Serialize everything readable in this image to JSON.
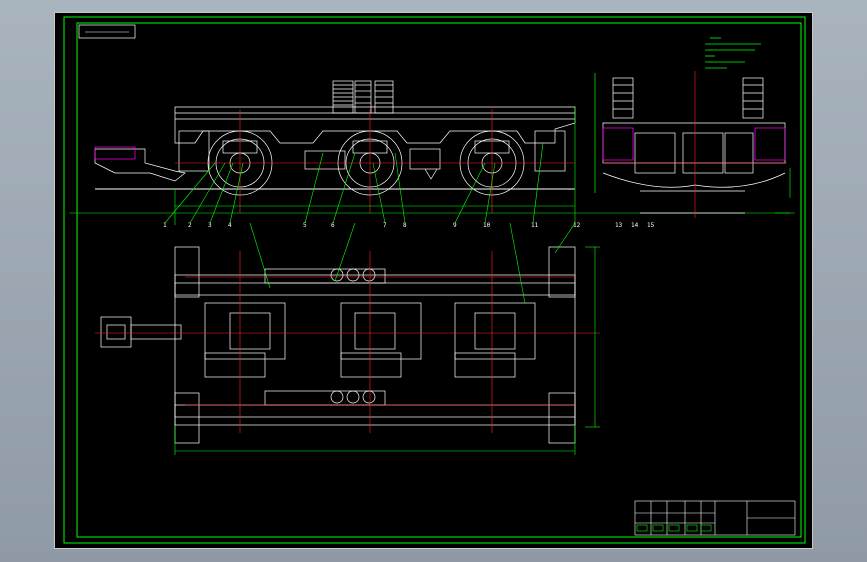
{
  "window": {
    "background_color": "#9aa5b1",
    "canvas_color": "#000000"
  },
  "colors": {
    "frame": "#00ff00",
    "geometry": "#ffffff",
    "centerline": "#ff2020",
    "dimension": "#00ff00",
    "highlight": "#ff00ff",
    "springs": "#ffffff"
  },
  "drawing": {
    "title_stamp": "",
    "tech_note_heading": "",
    "tech_note_lines": [
      "",
      "",
      "",
      ""
    ],
    "title_block": {
      "drawing_number": ""
    },
    "leader_numbers": [
      "1",
      "2",
      "3",
      "4",
      "5",
      "6",
      "7",
      "8",
      "9",
      "10",
      "11",
      "12",
      "13",
      "14",
      "15"
    ]
  }
}
